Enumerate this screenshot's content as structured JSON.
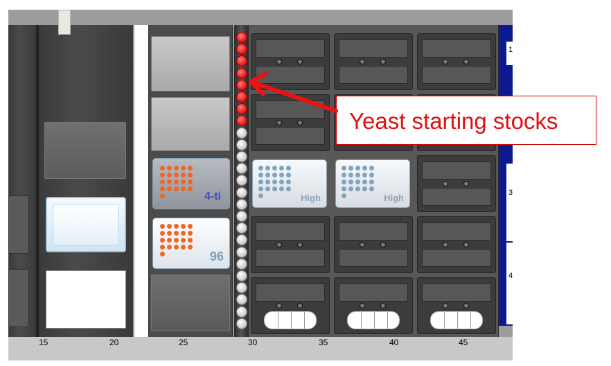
{
  "annotation": {
    "callout_text": "Yeast starting stocks",
    "arrow_color": "#ee1111"
  },
  "deck": {
    "scale_ticks": [
      "15",
      "20",
      "25",
      "30",
      "35",
      "40",
      "45"
    ],
    "right_labels": [
      "1",
      "3",
      "4"
    ],
    "tube_rack": {
      "red_tubes": 8,
      "white_tubes": 17
    },
    "plates": [
      {
        "label": "4-ti",
        "dot_color": "#f26522"
      },
      {
        "label": "96",
        "dot_color": "#f26522"
      },
      {
        "label": "High",
        "dot_color": "#7ea4bf"
      },
      {
        "label": "High",
        "dot_color": "#7ea4bf"
      }
    ]
  },
  "colors": {
    "deck_dark": "#4b4b4b",
    "right_band": "#0d1a8f",
    "orange_wells": "#f26522",
    "blue_wells": "#7ea4bf"
  }
}
